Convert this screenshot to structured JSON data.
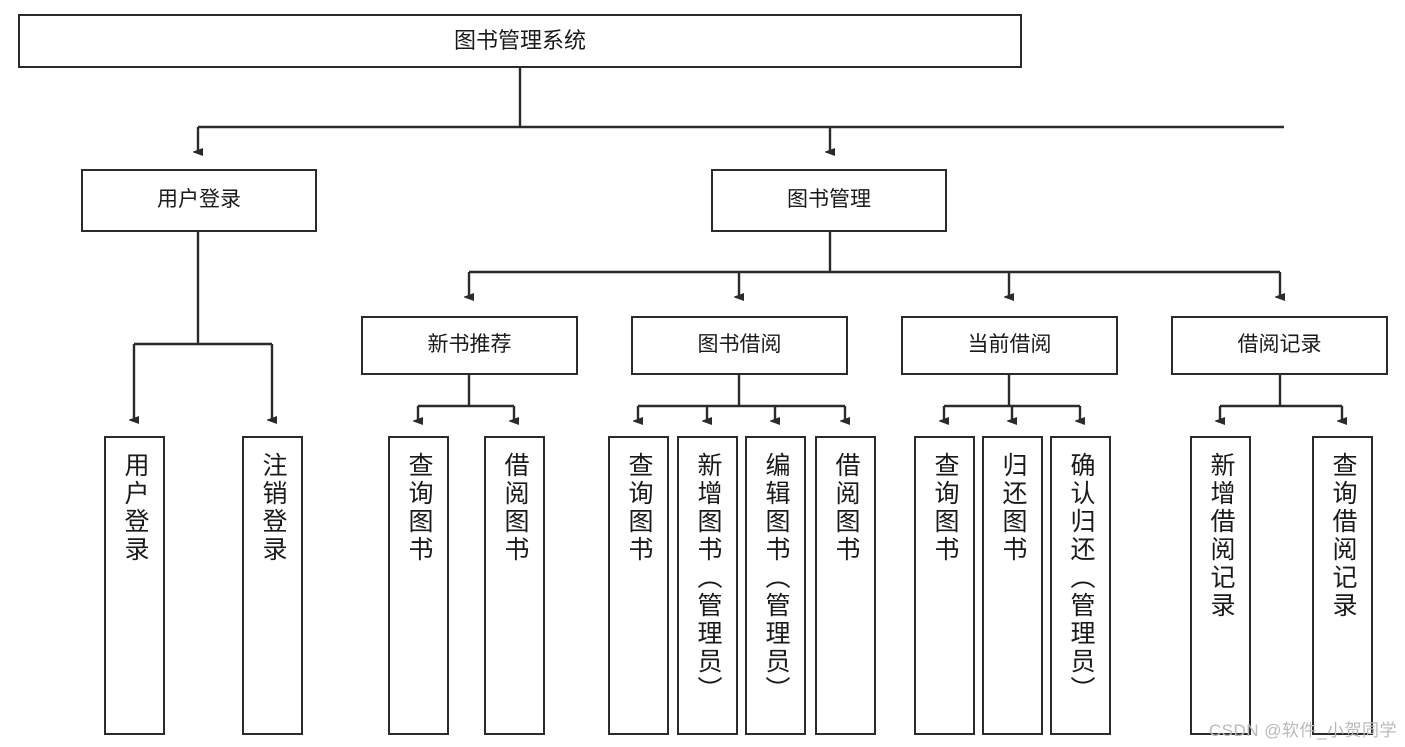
{
  "diagram": {
    "title": "图书管理系统",
    "watermark": "CSDN @软件_小贺同学",
    "colors": {
      "stroke": "#2b2b2b",
      "background": "#ffffff",
      "text": "#1a1a1a",
      "watermark": "#b9b9b9"
    },
    "levels": {
      "root": {
        "label": "图书管理系统"
      },
      "level2": [
        {
          "label": "用户登录"
        },
        {
          "label": "图书管理"
        }
      ],
      "level3": [
        {
          "label": "新书推荐"
        },
        {
          "label": "图书借阅"
        },
        {
          "label": "当前借阅"
        },
        {
          "label": "借阅记录"
        }
      ],
      "leaves": [
        {
          "label": "用户登录",
          "parent": "用户登录"
        },
        {
          "label": "注销登录",
          "parent": "用户登录"
        },
        {
          "label": "查询图书",
          "parent": "新书推荐"
        },
        {
          "label": "借阅图书",
          "parent": "新书推荐"
        },
        {
          "label": "查询图书",
          "parent": "图书借阅"
        },
        {
          "label": "新增图书（管理员）",
          "parent": "图书借阅"
        },
        {
          "label": "编辑图书（管理员）",
          "parent": "图书借阅"
        },
        {
          "label": "借阅图书",
          "parent": "图书借阅"
        },
        {
          "label": "查询图书",
          "parent": "当前借阅"
        },
        {
          "label": "归还图书",
          "parent": "当前借阅"
        },
        {
          "label": "确认归还（管理员）",
          "parent": "当前借阅"
        },
        {
          "label": "新增借阅记录",
          "parent": "借阅记录"
        },
        {
          "label": "查询借阅记录",
          "parent": "借阅记录"
        }
      ]
    }
  }
}
